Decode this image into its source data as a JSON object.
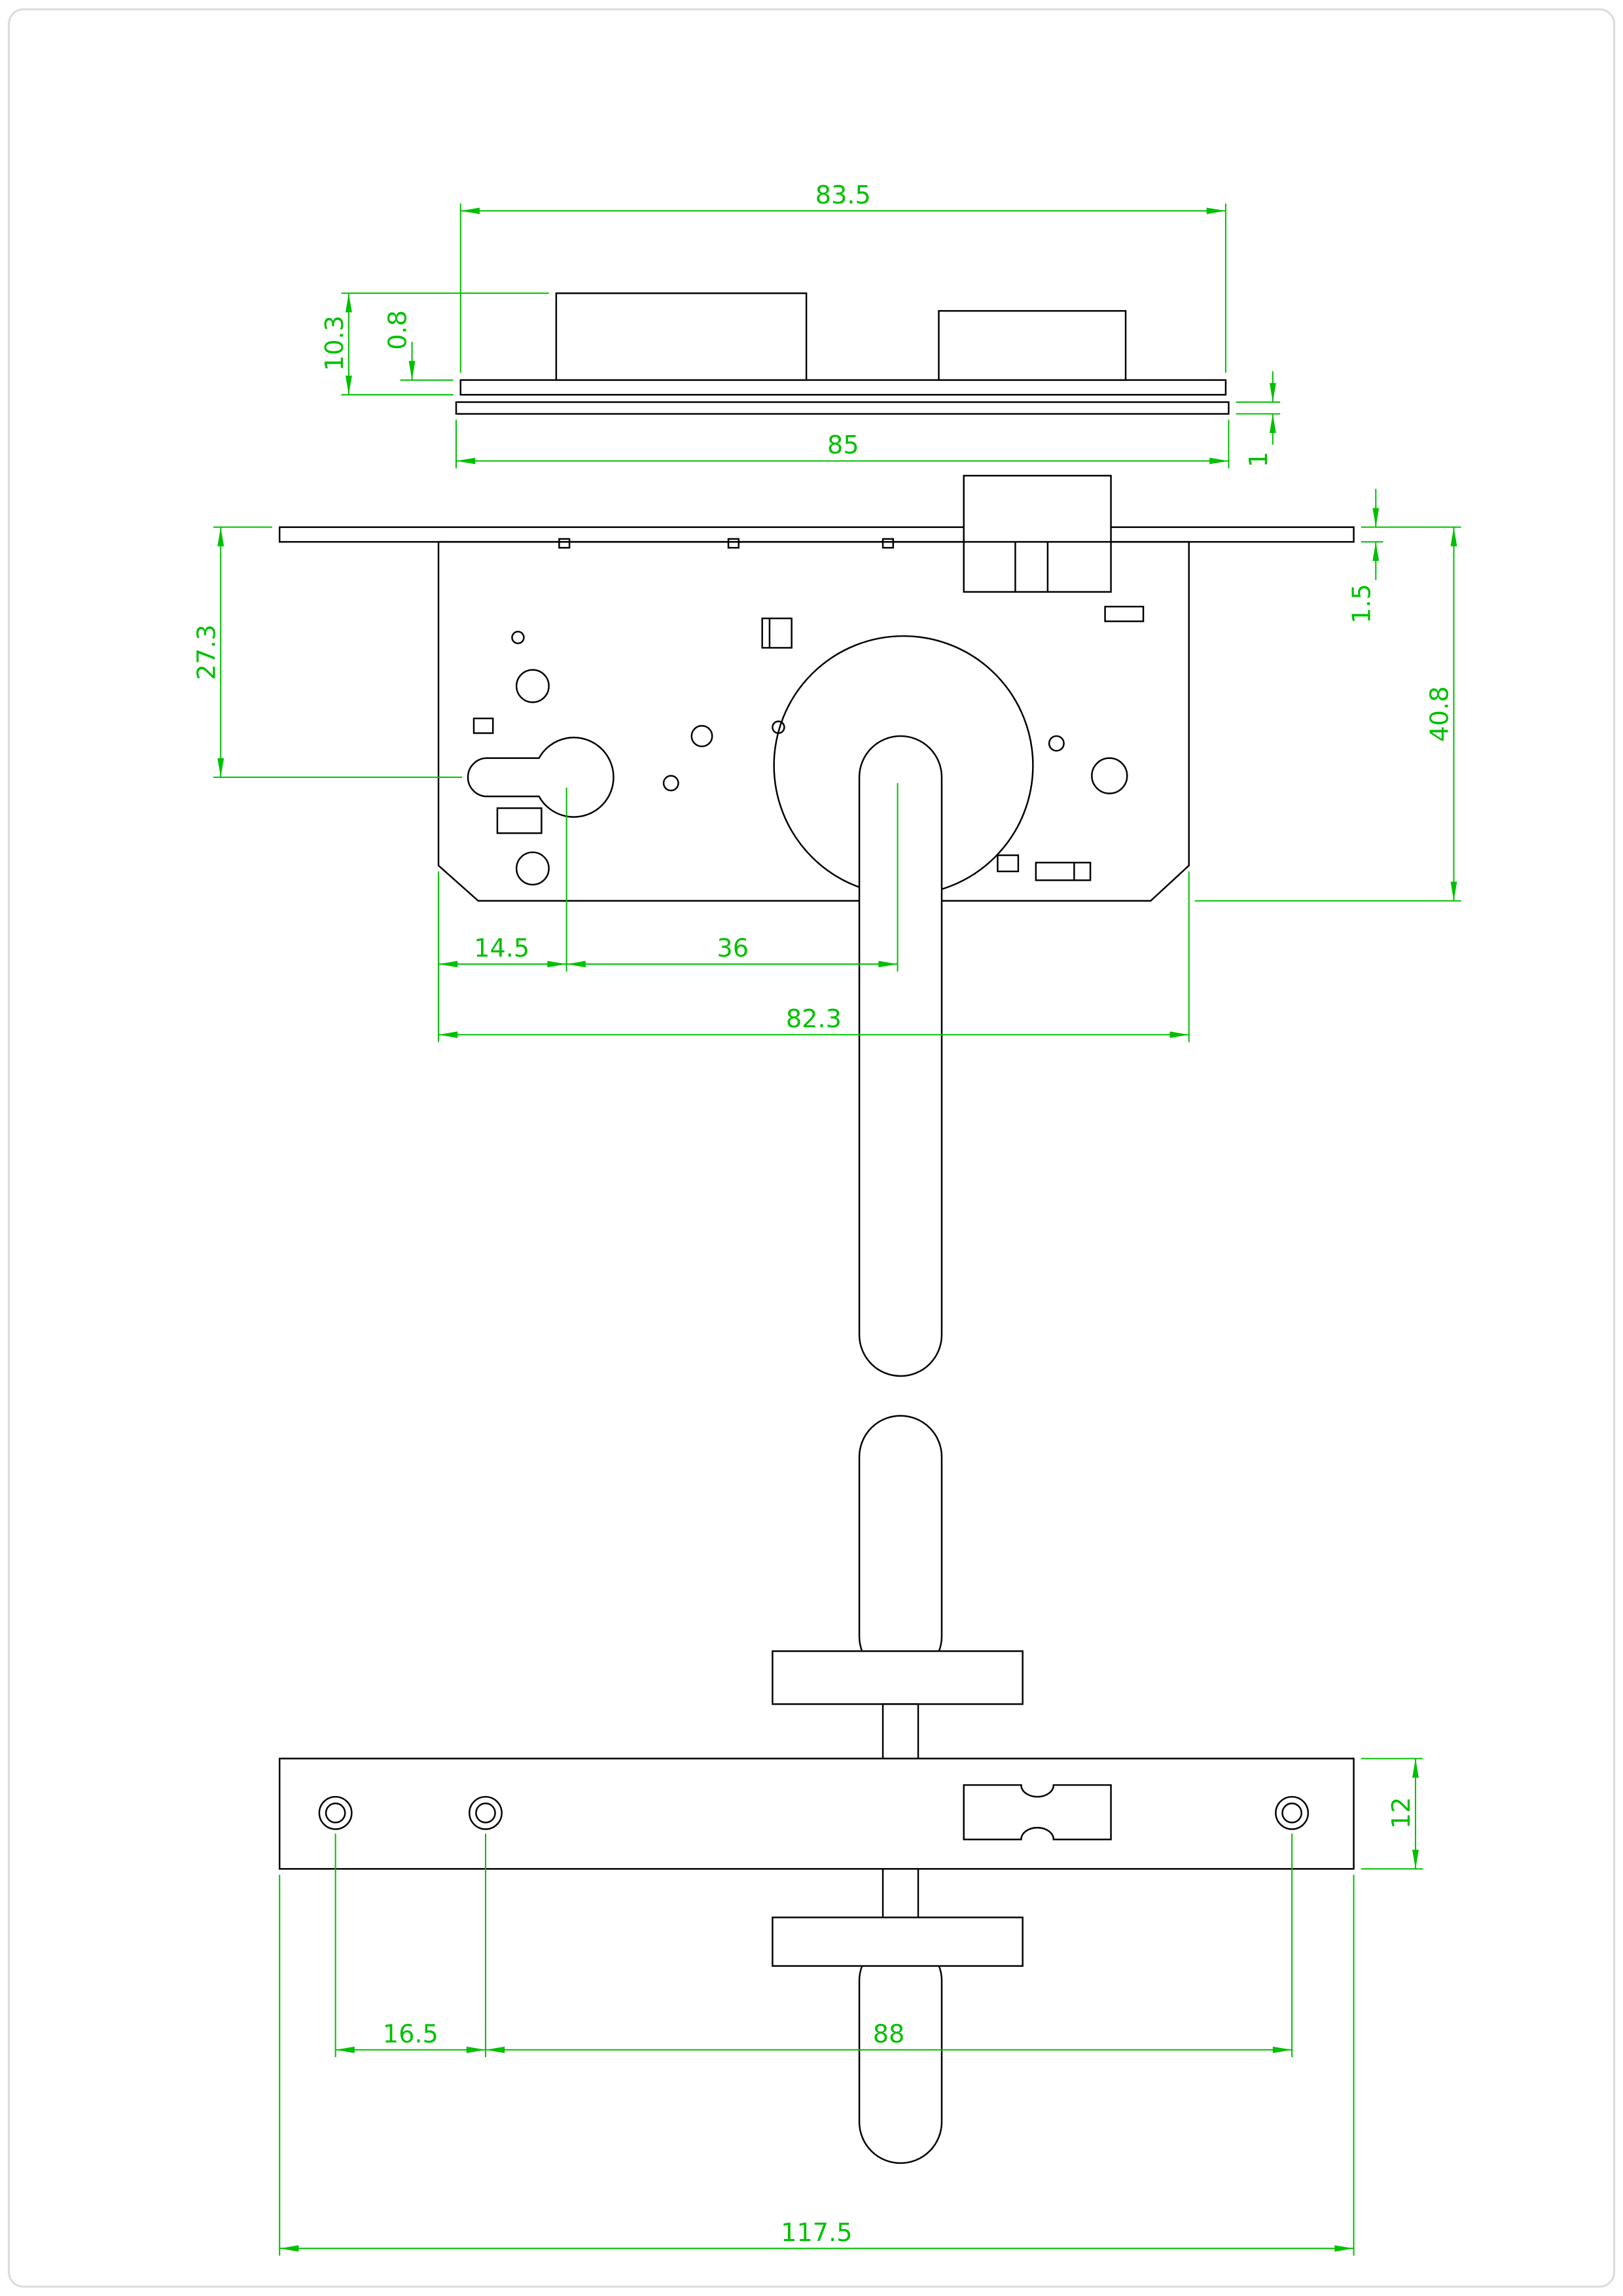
{
  "drawing": {
    "colors": {
      "outline": "#000000",
      "dimension": "#00c000",
      "background": "#ffffff",
      "border": "#dcdcdc"
    },
    "views": {
      "cover_profile": {
        "dims": {
          "cover_length": "83.5",
          "overall_height": "10.3",
          "cover_thickness": "0.8",
          "base_length": "85",
          "base_thickness": "1"
        }
      },
      "lock_body": {
        "dims": {
          "keyhole_vertical_offset": "27.3",
          "faceplate_thickness": "1.5",
          "case_height": "40.8",
          "keyhole_horizontal_offset": "14.5",
          "keyhole_to_hub": "36",
          "case_width": "82.3"
        }
      },
      "back_plate": {
        "dims": {
          "plate_height": "12",
          "hole_pitch_small": "16.5",
          "hole_pitch_large": "88",
          "plate_length": "117.5"
        }
      }
    }
  }
}
